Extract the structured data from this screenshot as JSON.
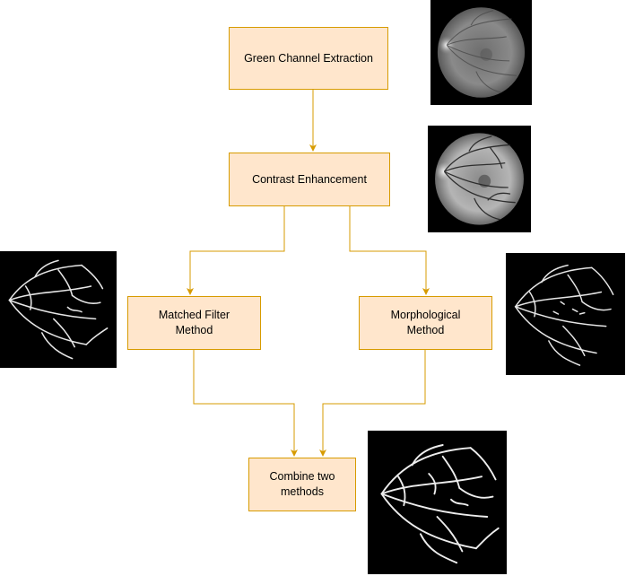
{
  "nodes": {
    "green_channel": "Green Channel Extraction",
    "contrast": "Contrast Enhancement",
    "matched_filter": "Matched Filter\nMethod",
    "morphological": "Morphological\nMethod",
    "combine": "Combine two\nmethods"
  },
  "colors": {
    "node_fill": "#ffe6cc",
    "node_border": "#d79b00",
    "edge": "#d79b00",
    "thumbnail_background": "#000000"
  }
}
